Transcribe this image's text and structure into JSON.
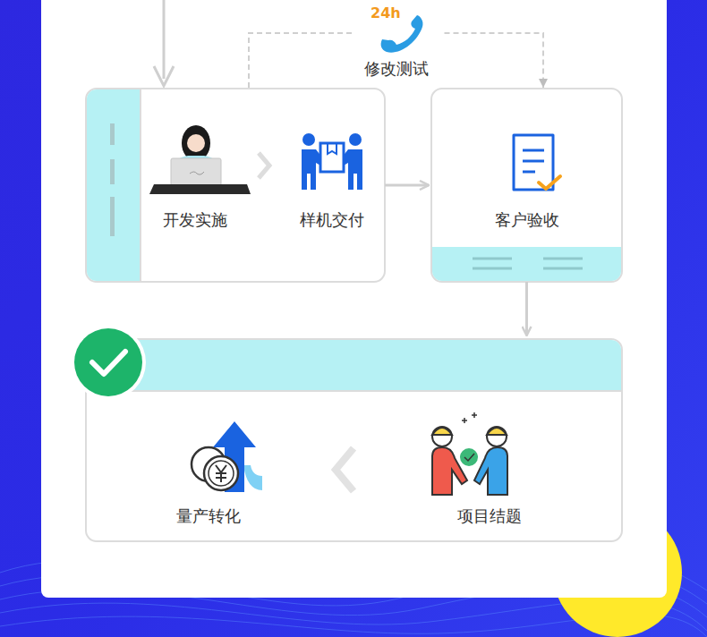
{
  "diagram": {
    "nodes": [
      {
        "text": [
          "开发实施"
        ]
      },
      {
        "text": [
          "样机交付"
        ]
      },
      {
        "text": [
          "客户验收"
        ]
      },
      {
        "text": [
          "项目结题"
        ]
      },
      {
        "text": [
          "量产转化"
        ]
      }
    ],
    "edges": [
      {
        "from": 0,
        "to": 1,
        "arrow": "to"
      },
      {
        "from": 1,
        "to": 2,
        "arrow": "to"
      },
      {
        "from": 0,
        "to": 2,
        "label": "修改测试",
        "arrow": "to"
      },
      {
        "from": 2,
        "to": 3,
        "arrow": "to"
      },
      {
        "from": 3,
        "to": 4,
        "arrow": "to"
      }
    ],
    "labels": [
      "24h"
    ]
  }
}
